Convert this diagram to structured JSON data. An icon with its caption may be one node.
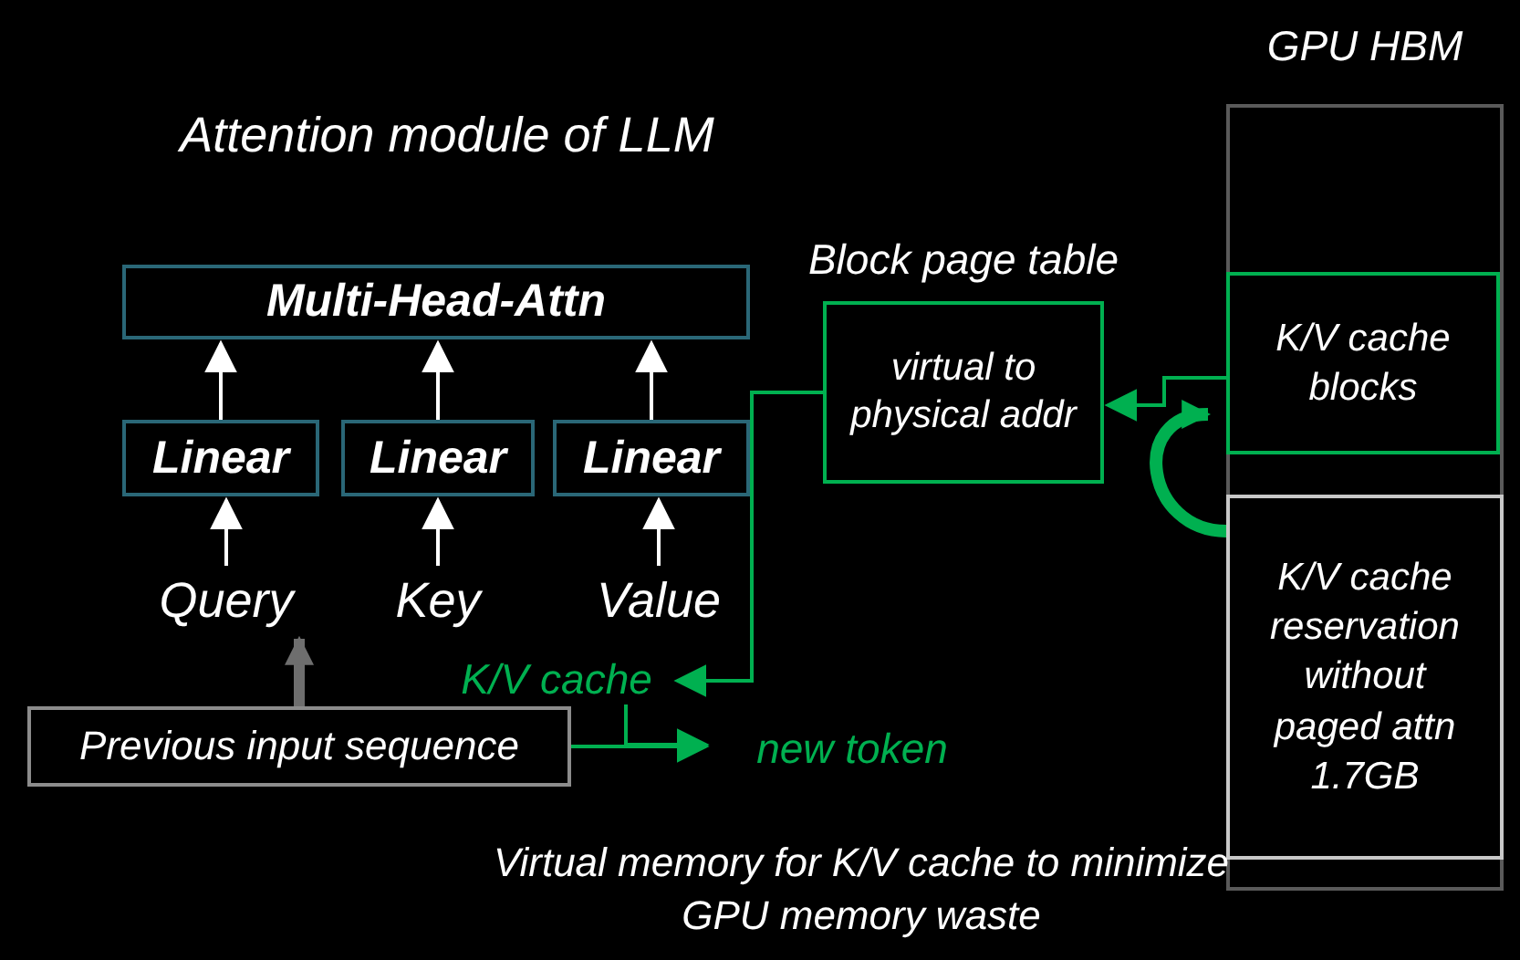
{
  "diagram": {
    "caption": "Virtual memory for K/V cache to minimize GPU memory waste",
    "nodes": [
      {
        "text": [
          "Multi-Head-Attn"
        ]
      },
      {
        "text": [
          "Linear"
        ]
      },
      {
        "text": [
          "Linear"
        ]
      },
      {
        "text": [
          "Linear"
        ]
      },
      {
        "text": [
          "Query"
        ]
      },
      {
        "text": [
          "Key"
        ]
      },
      {
        "text": [
          "Value"
        ]
      },
      {
        "text": [
          "Previous input sequence"
        ]
      },
      {
        "text": [
          "K/V cache"
        ]
      },
      {
        "text": [
          "new token"
        ]
      },
      {
        "text": [
          "Block page table",
          "virtual to physical addr"
        ]
      },
      {
        "text": [
          "GPU HBM"
        ]
      },
      {
        "text": [
          "K/V cache blocks"
        ],
        "in": 11
      },
      {
        "text": [
          "K/V cache reservation without paged attn 1.7GB"
        ],
        "in": 11
      }
    ],
    "edges": [
      {
        "from": 1,
        "to": 0,
        "arrow": "to"
      },
      {
        "from": 2,
        "to": 0,
        "arrow": "to"
      },
      {
        "from": 3,
        "to": 0,
        "arrow": "to"
      },
      {
        "from": 4,
        "to": 1,
        "arrow": "to"
      },
      {
        "from": 5,
        "to": 2,
        "arrow": "to"
      },
      {
        "from": 6,
        "to": 3,
        "arrow": "to"
      },
      {
        "from": 7,
        "to": 4,
        "arrow": "to",
        "style": "thick",
        "color": "#6e6e6e"
      },
      {
        "from": 10,
        "to": 8,
        "arrow": "to",
        "color": "#00b050"
      },
      {
        "from": 7,
        "to": 9,
        "arrow": "to",
        "color": "#00b050"
      },
      {
        "from": 8,
        "to": 9,
        "arrow": "to",
        "color": "#00b050"
      },
      {
        "from": 12,
        "to": 10,
        "arrow": "to",
        "color": "#00b050"
      },
      {
        "from": 13,
        "to": 12,
        "arrow": "to",
        "style": "thick",
        "color": "#00b050"
      }
    ],
    "labels": [
      "Attention module of LLM"
    ]
  }
}
